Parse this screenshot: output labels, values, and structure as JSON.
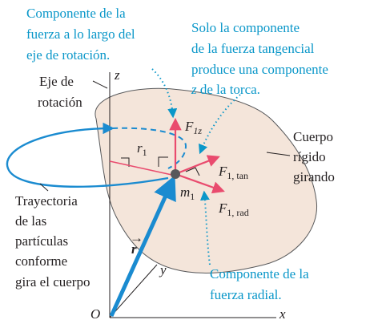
{
  "callouts": {
    "axis_component": [
      "Componente de la",
      "fuerza a lo largo del",
      "eje de rotación."
    ],
    "tangential_line1": "Solo la componente",
    "tangential_line2": "de la fuerza tangencial",
    "tangential_line3": "produce una componente",
    "tangential_line4_var": "z",
    "tangential_line4_rest": " de la torca.",
    "radial_component": [
      "Componente de la",
      "fuerza radial."
    ]
  },
  "labels": {
    "axis_of_rotation": [
      "Eje de",
      "rotación"
    ],
    "rigid_body": [
      "Cuerpo",
      "rígido",
      "girando"
    ],
    "trajectory": [
      "Trayectoria",
      "de las",
      "partículas",
      "conforme",
      "gira el cuerpo"
    ]
  },
  "symbols": {
    "F": "F",
    "F1z_sub": "1z",
    "F1tan_sub": "1, tan",
    "F1rad_sub": "1, rad",
    "m": "m",
    "m_sub": "1",
    "r": "r",
    "r_sub": "1",
    "r_vec": "r",
    "r_arrow": "→",
    "axis_x": "x",
    "axis_y": "y",
    "axis_z": "z",
    "origin": "O"
  },
  "colors": {
    "body_fill": "#f4e5da",
    "force": "#e94b6e",
    "callout_blue": "#0a97c9",
    "position_vector": "#1a8bd0",
    "orbit": "#1a8bd0",
    "particle": "#58595b",
    "text": "#231f20"
  }
}
